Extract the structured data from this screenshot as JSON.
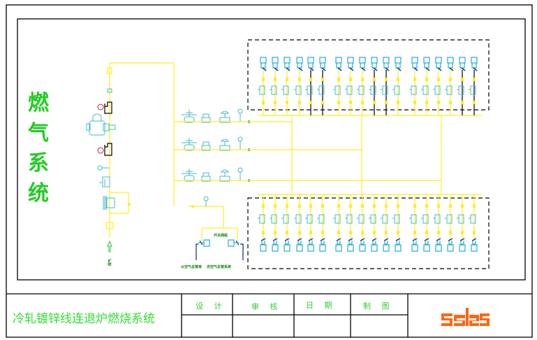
{
  "drawing": {
    "side_title_chars": [
      "燃",
      "气",
      "系",
      "统"
    ],
    "title_block": {
      "title": "冷轧镀锌线连退炉燃烧系统",
      "fields": [
        {
          "label": "设 计",
          "value": ""
        },
        {
          "label": "审 核",
          "value": ""
        },
        {
          "label": "日 期",
          "value": ""
        },
        {
          "label": "制 图",
          "value": ""
        }
      ],
      "logo_text": "selas",
      "logo_color": "#ff6611"
    },
    "annotations": {
      "gas_inlet_label": "煤气",
      "switch_header_label": "开关阀组",
      "bottom_left_label": "从空气总管来",
      "bottom_right_label": "去空气总管系统"
    },
    "colors": {
      "pipe": "#ffee22",
      "equipment": "#44bbcc",
      "burner": "#22aadd",
      "text_green": "#22cc22",
      "frame": "#000000"
    },
    "burner_groups": {
      "top_row_count": 18,
      "bottom_row_count": 18,
      "gas_branches": 3
    }
  }
}
